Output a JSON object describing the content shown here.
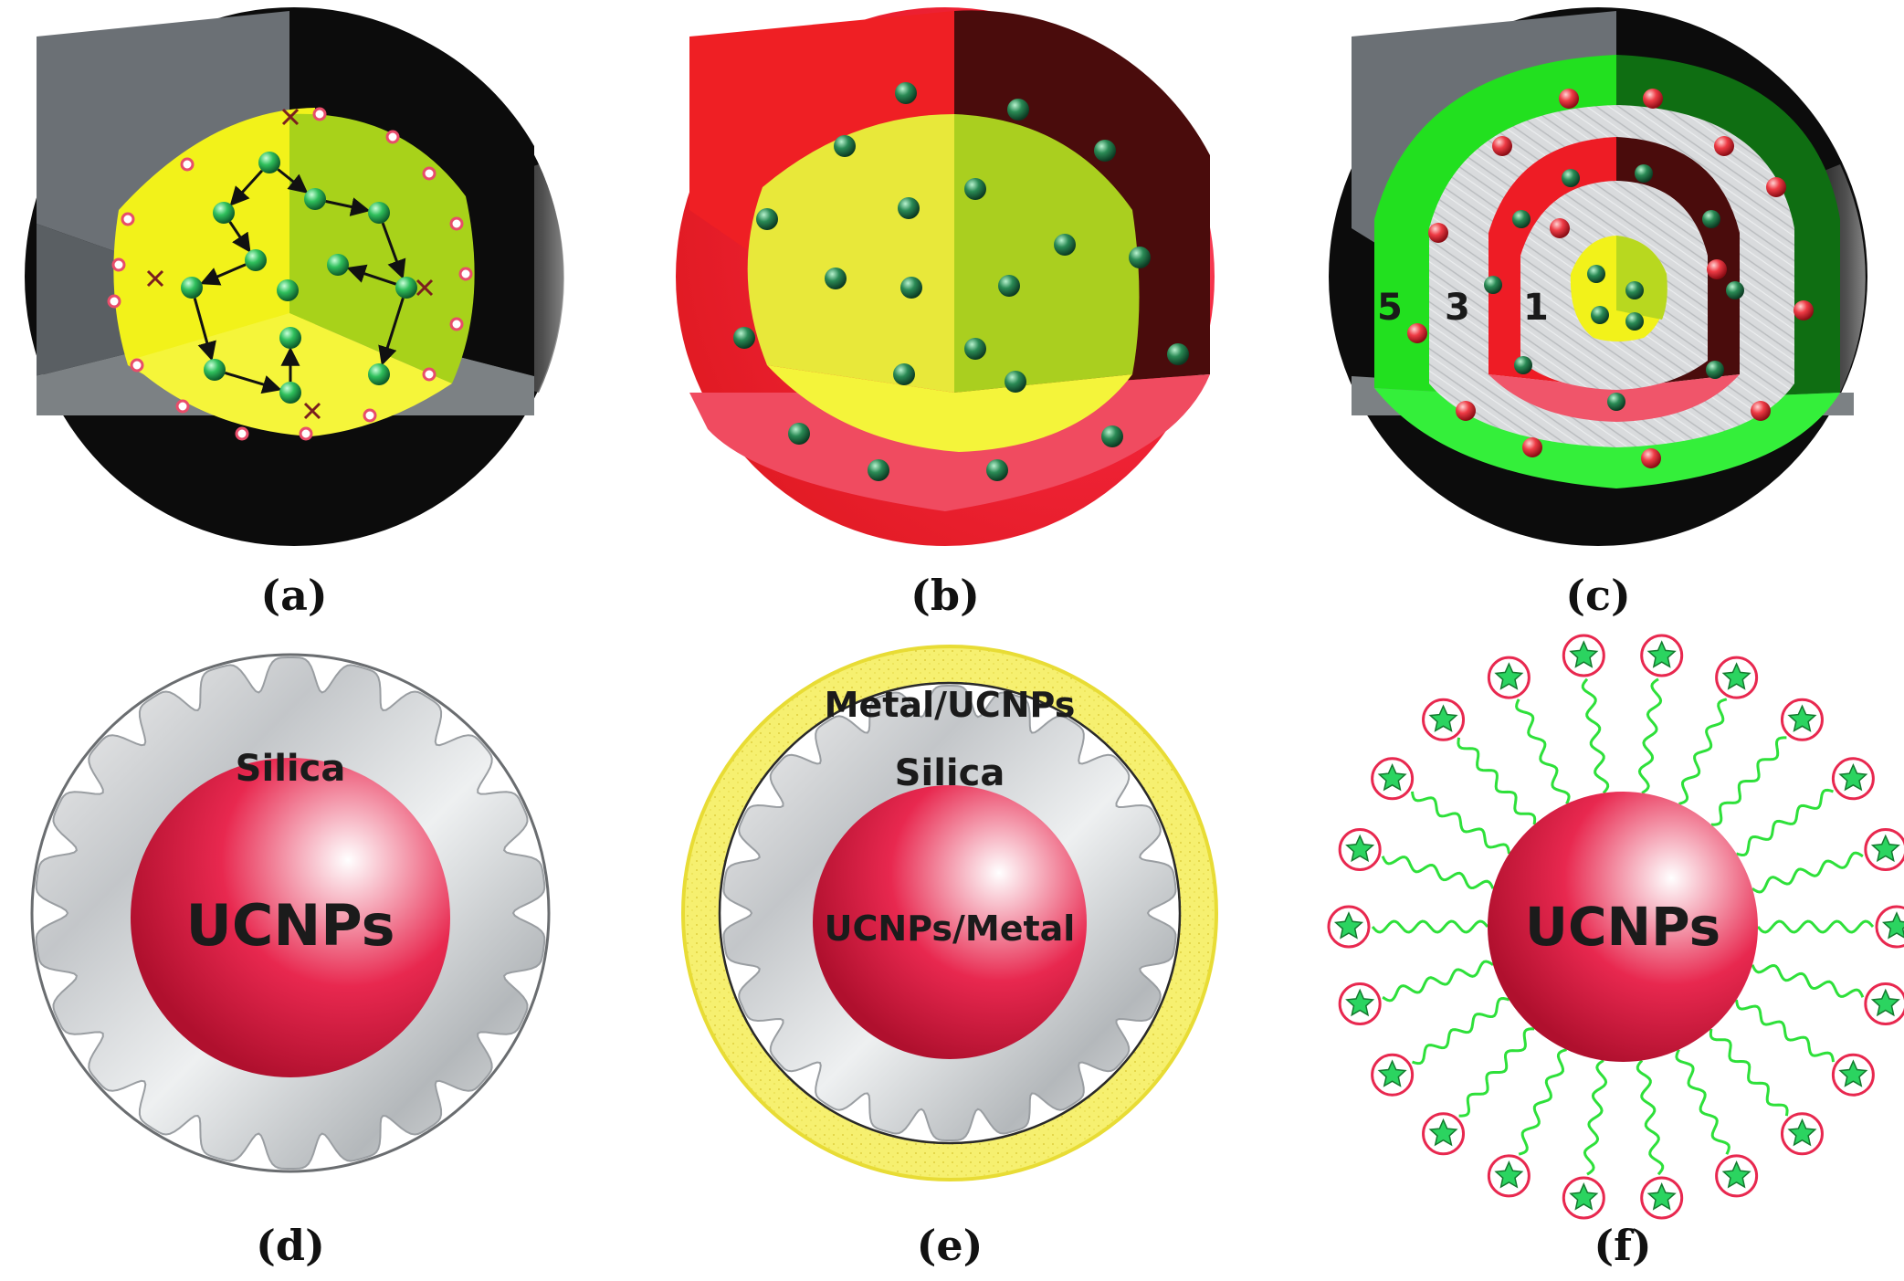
{
  "panels": {
    "a": {
      "caption": "(a)"
    },
    "b": {
      "caption": "(b)"
    },
    "c": {
      "caption": "(c)",
      "layer_labels": [
        "5",
        "3",
        "1"
      ]
    },
    "d": {
      "caption": "(d)",
      "shell_label": "Silica",
      "core_label": "UCNPs"
    },
    "e": {
      "caption": "(e)",
      "outer_label": "Metal/UCNPs",
      "shell_label": "Silica",
      "core_label": "UCNPs/Metal"
    },
    "f": {
      "caption": "(f)",
      "core_label": "UCNPs",
      "ligand_count": 22
    }
  },
  "colors": {
    "dark_shell": "#0c0c0c",
    "grey_face": "#6f7478",
    "yellow_core": "#f2f21a",
    "red_shell": "#ee1c25",
    "dark_red": "#4a0c0c",
    "green_shell": "#22e01f",
    "silver": "#d8dadc",
    "ucnp_pink": "#e8284f",
    "ligand_green": "#2ee03a",
    "dopant_green": "#1f9c4a",
    "dopant_red": "#e8243a"
  }
}
